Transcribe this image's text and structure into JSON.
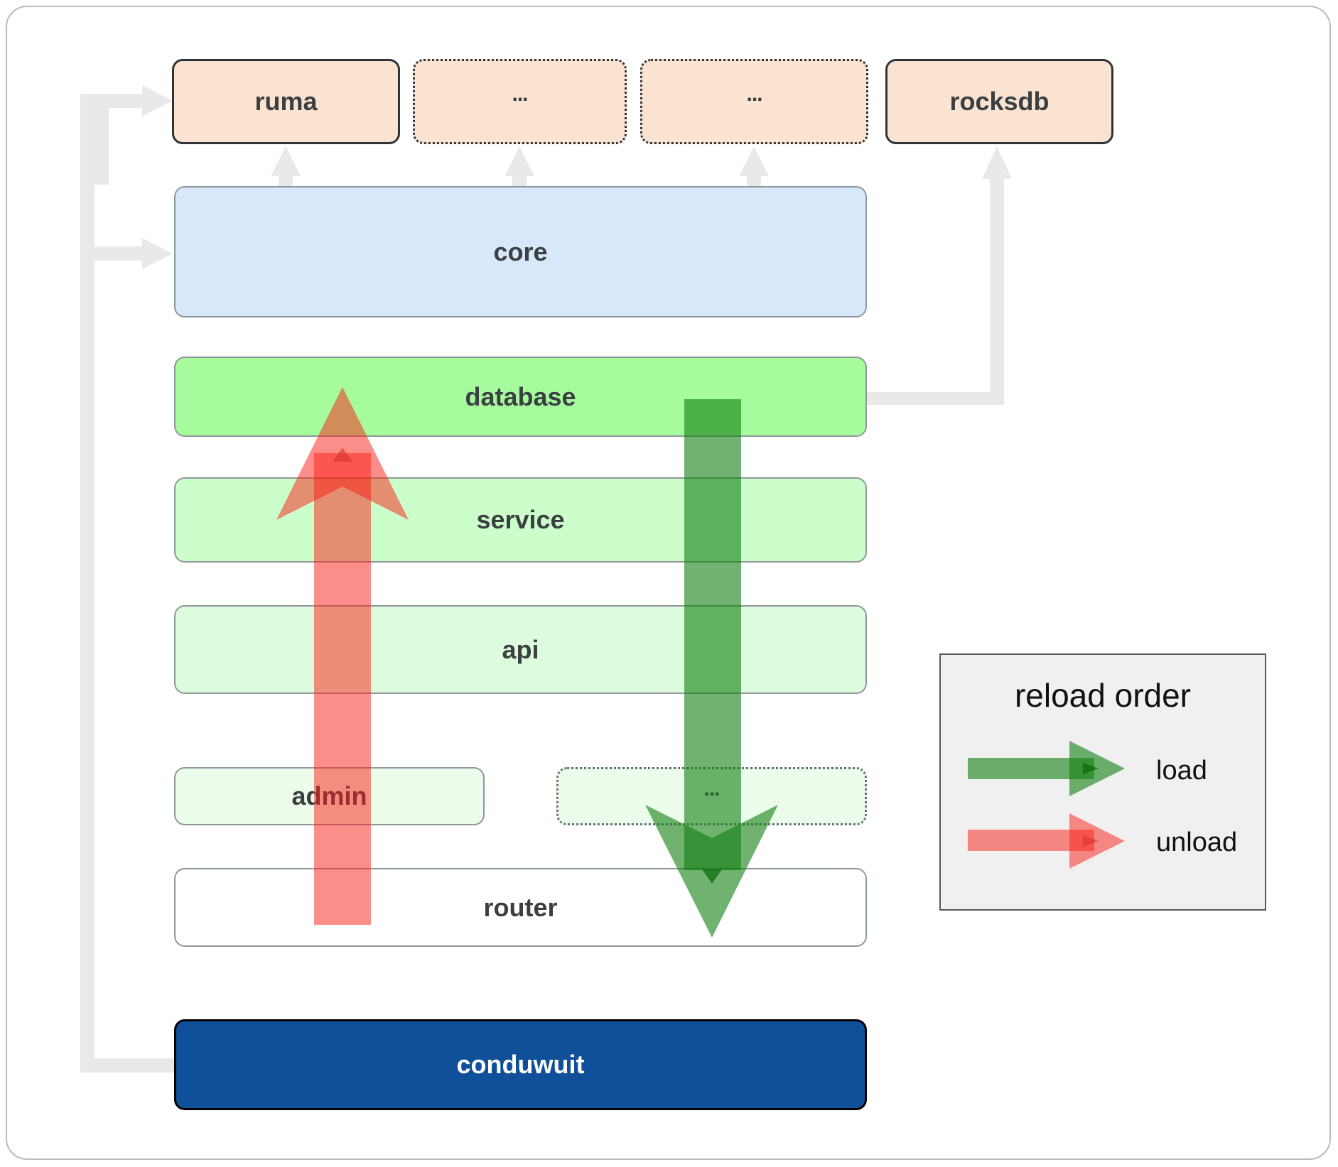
{
  "boxes": {
    "ruma": {
      "label": "ruma"
    },
    "top_dots_1": {
      "label": "..."
    },
    "top_dots_2": {
      "label": "..."
    },
    "rocksdb": {
      "label": "rocksdb"
    },
    "core": {
      "label": "core"
    },
    "database": {
      "label": "database"
    },
    "service": {
      "label": "service"
    },
    "api": {
      "label": "api"
    },
    "admin": {
      "label": "admin"
    },
    "admin_dots": {
      "label": "..."
    },
    "router": {
      "label": "router"
    },
    "conduwuit": {
      "label": "conduwuit"
    }
  },
  "legend": {
    "title": "reload order",
    "load_label": "load",
    "unload_label": "unload"
  },
  "colors": {
    "load_arrow": "#107f10",
    "unload_arrow": "#fa1e16",
    "connector_gray": "#e9e9e9",
    "module_peach": "#fbe3d1",
    "core_blue": "#d7e8fb",
    "database_green": "#a6fc9d",
    "service_green": "#ccfecc",
    "api_green": "#ddfcdd",
    "admin_green": "#ebfceb",
    "conduwuit_blue": "#10509b"
  }
}
